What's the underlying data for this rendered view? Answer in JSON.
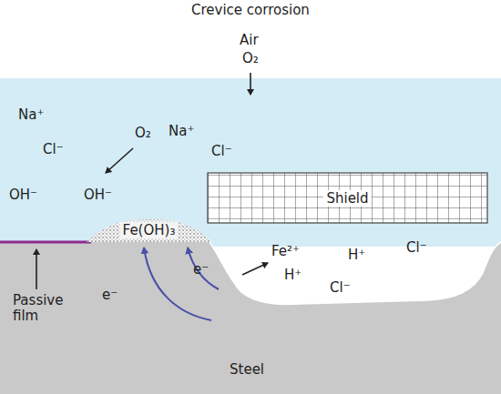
{
  "diagram": {
    "title": "Crevice corrosion",
    "nodes": [
      {
        "text": [
          "Shield"
        ]
      },
      {
        "text": [
          "Fe(OH)₃"
        ]
      }
    ],
    "labels": [
      "Air",
      "O₂",
      "Na⁺",
      "Cl⁻",
      "O₂",
      "OH⁻",
      "OH⁻",
      "Na⁺",
      "Cl⁻",
      "Fe²⁺",
      "H⁺",
      "H⁺",
      "Cl⁻",
      "Cl⁻",
      "e⁻",
      "e⁻",
      "Passive film",
      "Steel"
    ]
  }
}
